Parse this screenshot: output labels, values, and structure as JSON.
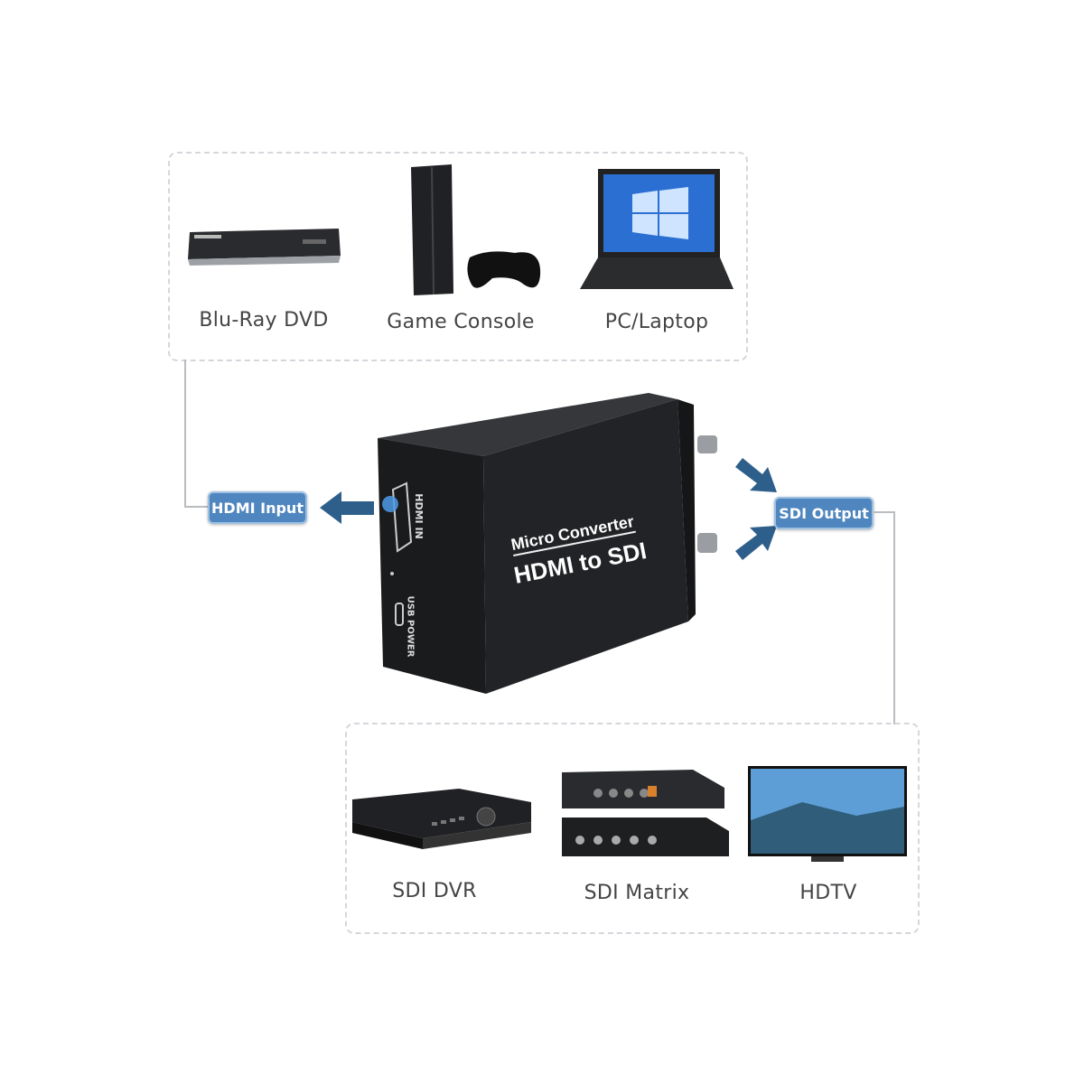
{
  "sources": {
    "items": [
      {
        "label": "Blu-Ray DVD",
        "icon": "bluray-player-icon"
      },
      {
        "label": "Game Console",
        "icon": "game-console-icon"
      },
      {
        "label": "PC/Laptop",
        "icon": "laptop-icon"
      }
    ]
  },
  "destinations": {
    "items": [
      {
        "label": "SDI DVR",
        "icon": "dvr-icon"
      },
      {
        "label": "SDI Matrix",
        "icon": "matrix-switcher-icon"
      },
      {
        "label": "HDTV",
        "icon": "tv-icon"
      }
    ]
  },
  "device": {
    "brand_line": "Micro Converter",
    "product_line": "HDMI to SDI",
    "port_hdmi_label": "HDMI IN",
    "port_power_label": "USB POWER"
  },
  "tags": {
    "input": "HDMI Input",
    "output": "SDI Output"
  },
  "colors": {
    "tag": "#4f86bf",
    "arrow": "#2e5f8a",
    "device": "#1d1e20"
  }
}
